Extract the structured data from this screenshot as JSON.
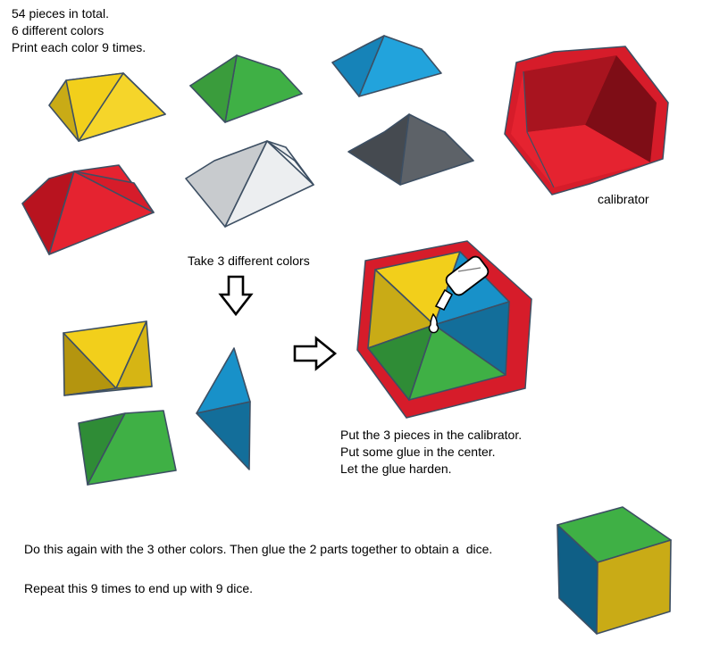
{
  "intro": {
    "lines": [
      "54 pieces in total.",
      "6 different colors",
      "Print each color 9 times."
    ]
  },
  "labels": {
    "calibrator": "calibrator",
    "take_colors": "Take 3 different colors"
  },
  "step_instructions": {
    "lines": [
      "Put the 3 pieces in the calibrator.",
      "Put some glue in the center.",
      "Let the glue harden."
    ]
  },
  "final_instructions": {
    "line1": "Do this again with the 3 other colors. Then glue the 2 parts together to obtain a  dice.",
    "line2": "Repeat this 9 times to end up with 9 dice."
  },
  "colors": {
    "yellow": "#f2cf1b",
    "green": "#3aa83a",
    "blue": "#1891c9",
    "gray": "#555a60",
    "white": "#e6e8ea",
    "red": "#d61c2a",
    "edge": "#3d4f63"
  }
}
